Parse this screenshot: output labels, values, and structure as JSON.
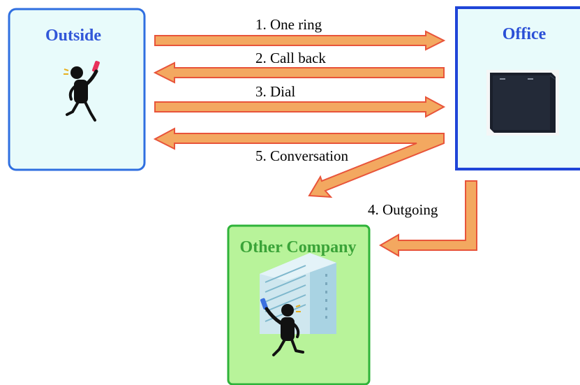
{
  "boxes": {
    "outside": {
      "title": "Outside",
      "fill": "#e8fbfb",
      "stroke": "#2f6fe0",
      "title_color": "#3157d8"
    },
    "office": {
      "title": "Office",
      "fill": "#e8fbfb",
      "stroke": "#1f45d8",
      "title_color": "#2a4fd6"
    },
    "other_company": {
      "title": "Other Company",
      "fill": "#b8f39a",
      "stroke": "#2fb33a",
      "title_color": "#3aa338"
    }
  },
  "steps": {
    "one_ring": "1. One ring",
    "call_back": "2. Call back",
    "dial": "3. Dial",
    "outgoing": "4. Outgoing",
    "conversation": "5. Conversation"
  },
  "colors": {
    "arrow_fill": "#f3a860",
    "arrow_stroke": "#e8543a"
  },
  "icons": {
    "outside_person": "person-with-red-phone-icon",
    "office_device": "pbx-unit-icon",
    "other_person": "person-with-blue-phone-icon",
    "other_building": "office-building-icon"
  }
}
